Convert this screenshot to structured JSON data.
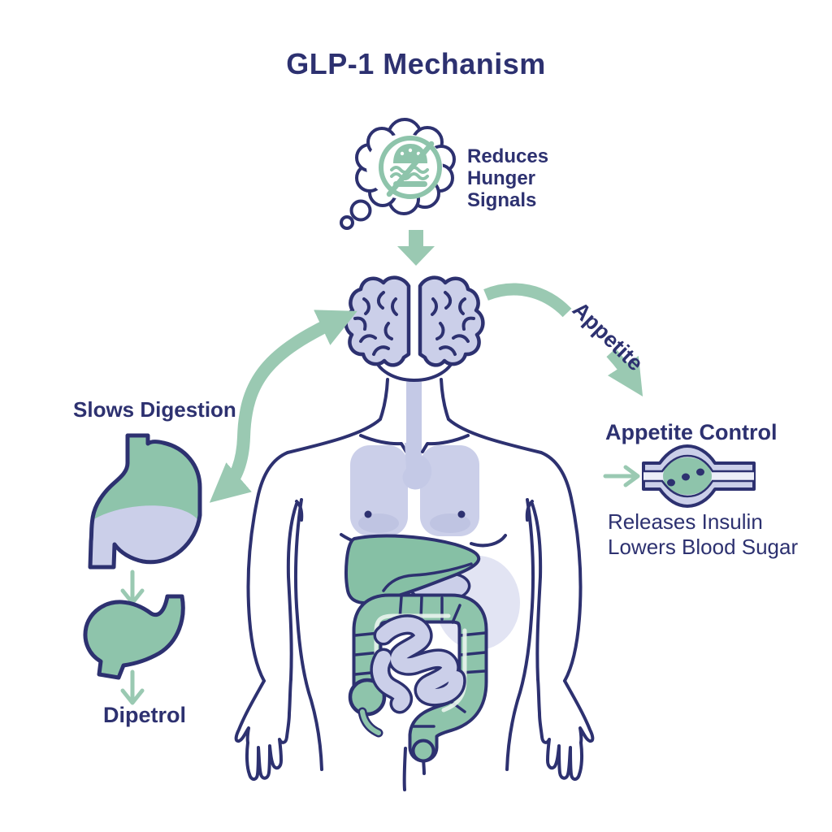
{
  "title": "GLP-1 Mechanism",
  "colors": {
    "navy": "#2d3170",
    "green": "#8ec4ab",
    "green_deep": "#86c0a5",
    "lavender": "#cbcfe9",
    "lavender_pale": "#e2e4f3",
    "lavender_soft": "#c4c9e6",
    "arrow_green": "#9ac9b2",
    "lumen": "#eceef8"
  },
  "thought_bubble": {
    "icon": "crossed-burger-icon",
    "lines": [
      "Reduces",
      "Hunger",
      "Signals"
    ]
  },
  "left_flow": {
    "heading": "Slows Digestion",
    "organs": [
      "stomach",
      "duodenum"
    ],
    "result_label": "Dipetrol"
  },
  "right_flow": {
    "arrow_label": "Appetite",
    "heading": "Appetite Control",
    "icon": "blood-vessel",
    "detail_lines": [
      "Releases Insulin",
      "Lowers Blood Sugar"
    ]
  },
  "body_organs": [
    "brain",
    "esophagus",
    "lungs",
    "liver",
    "stomach",
    "large-intestine",
    "small-intestine"
  ]
}
